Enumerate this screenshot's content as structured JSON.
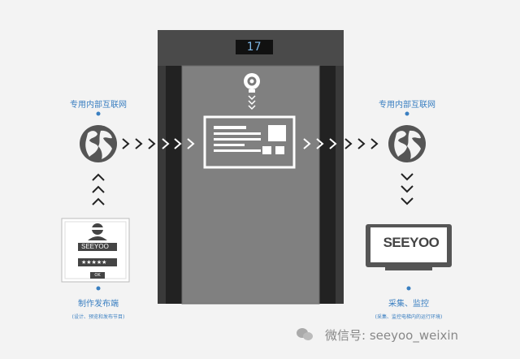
{
  "elevator": {
    "floor_display": "17"
  },
  "left_node": {
    "network_label": "专用内部互联网",
    "title": "制作发布端",
    "subtitle": "(设计、预览和发布节目)",
    "login": {
      "username_value": "SEEYOO",
      "password_value": "★★★★★",
      "ok_label": "OK"
    }
  },
  "right_node": {
    "network_label": "专用内部互联网",
    "title": "采集、监控",
    "subtitle": "(采集、监控电梯内的运行环境)",
    "monitor_brand": "SEEYOO"
  },
  "watermark": {
    "text": "微信号: seeyoo_weixin"
  },
  "colors": {
    "background": "#f3f3f3",
    "accent_blue": "#3a7fc1",
    "elevator_dark": "#3a3a3a",
    "elevator_panel": "#808080",
    "node_dark": "#555555"
  },
  "icons": [
    "globe-icon",
    "camera-icon",
    "screen-icon",
    "monitor-icon",
    "login-panel-icon",
    "wechat-icon"
  ]
}
